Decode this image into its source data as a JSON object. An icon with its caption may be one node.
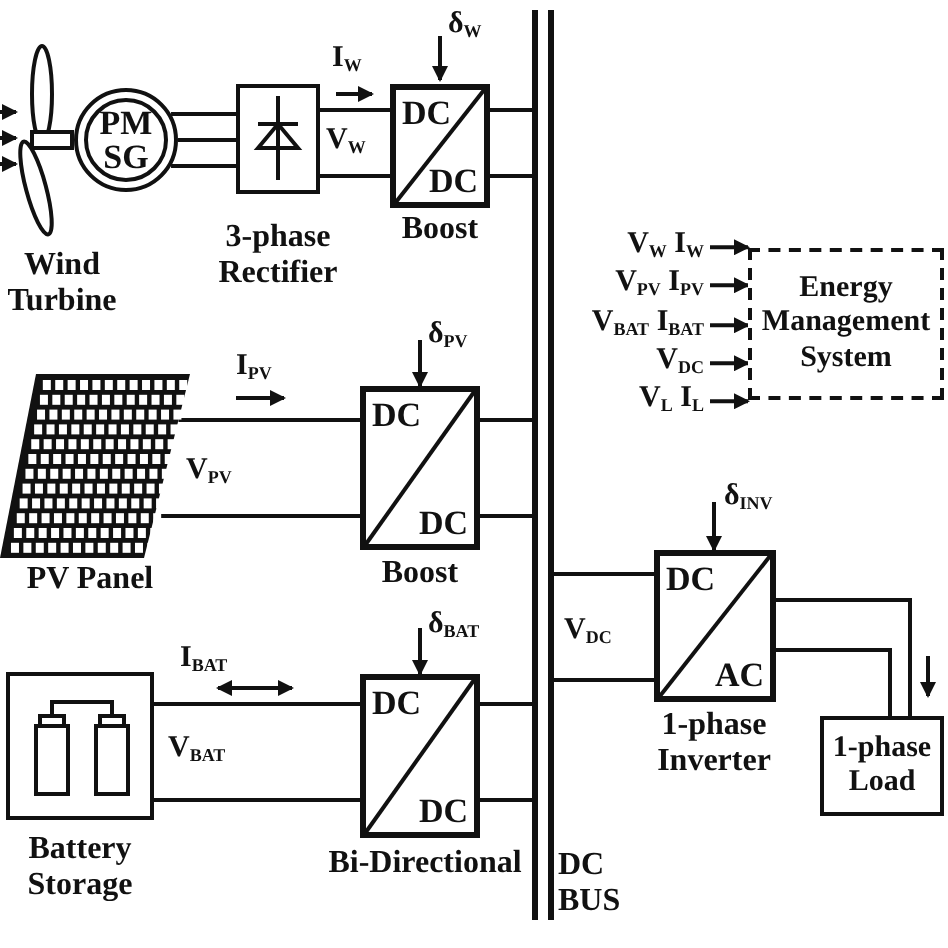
{
  "diagram": {
    "nodes": [
      {
        "text": [],
        "shape": "picture",
        "beside": [
          "Wind Turbine"
        ]
      },
      {
        "text": [
          "PM SG"
        ]
      },
      {
        "text": [],
        "shape": "box",
        "beside": [
          "3-phase Rectifier"
        ]
      },
      {
        "text": [
          "DC",
          "DC"
        ],
        "beside": [
          "Boost"
        ]
      },
      {
        "text": [],
        "shape": "bar",
        "beside": [
          "DC BUS"
        ]
      },
      {
        "text": [
          "Energy Management System"
        ]
      },
      {
        "text": [
          "V$_{W}$ I$_{W}$"
        ]
      },
      {
        "text": [
          "V$_{PV}$ I$_{PV}$"
        ]
      },
      {
        "text": [
          "V$_{BAT}$ I$_{BAT}$"
        ]
      },
      {
        "text": [
          "V$_{DC}$"
        ]
      },
      {
        "text": [
          "V$_{L}$ I$_{L}$"
        ]
      },
      {
        "text": [],
        "shape": "picture",
        "beside": [
          "PV Panel"
        ]
      },
      {
        "text": [
          "DC",
          "DC"
        ],
        "beside": [
          "Boost"
        ]
      },
      {
        "text": [],
        "shape": "box",
        "beside": [
          "Battery Storage"
        ]
      },
      {
        "text": [
          "DC",
          "DC"
        ],
        "beside": [
          "Bi-Directional"
        ]
      },
      {
        "text": [
          "DC",
          "AC"
        ],
        "beside": [
          "1-phase Inverter"
        ]
      },
      {
        "text": [
          "1-phase Load"
        ]
      }
    ],
    "edges": [
      {
        "from": 1,
        "to": 2,
        "arrow": "none"
      },
      {
        "from": 1,
        "to": 2,
        "arrow": "none"
      },
      {
        "from": 1,
        "to": 2,
        "arrow": "none"
      },
      {
        "from": 2,
        "to": 3,
        "arrow": "none"
      },
      {
        "from": 2,
        "to": 3,
        "arrow": "none"
      },
      {
        "from": 3,
        "to": 4,
        "arrow": "none"
      },
      {
        "from": 3,
        "to": 4,
        "arrow": "none"
      },
      {
        "from": 6,
        "to": 5,
        "arrow": "to"
      },
      {
        "from": 7,
        "to": 5,
        "arrow": "to"
      },
      {
        "from": 8,
        "to": 5,
        "arrow": "to"
      },
      {
        "from": 9,
        "to": 5,
        "arrow": "to"
      },
      {
        "from": 10,
        "to": 5,
        "arrow": "to"
      },
      {
        "from": 11,
        "to": 12,
        "arrow": "none"
      },
      {
        "from": 11,
        "to": 12,
        "arrow": "none"
      },
      {
        "from": 12,
        "to": 4,
        "arrow": "none"
      },
      {
        "from": 12,
        "to": 4,
        "arrow": "none"
      },
      {
        "from": 13,
        "to": 14,
        "arrow": "none"
      },
      {
        "from": 13,
        "to": 14,
        "arrow": "none"
      },
      {
        "from": 14,
        "to": 4,
        "arrow": "none"
      },
      {
        "from": 14,
        "to": 4,
        "arrow": "none"
      },
      {
        "from": 4,
        "to": 15,
        "arrow": "none"
      },
      {
        "from": 4,
        "to": 15,
        "arrow": "none"
      },
      {
        "from": 15,
        "to": 16,
        "arrow": "none"
      },
      {
        "from": 15,
        "to": 16,
        "arrow": "none"
      }
    ],
    "labels": [
      "δ$_{W}$",
      "I$_{W}$",
      "V$_{W}$",
      "δ$_{PV}$",
      "I$_{PV}$",
      "V$_{PV}$",
      "δ$_{BAT}$",
      "I$_{BAT}$",
      "V$_{BAT}$",
      "δ$_{INV}$",
      "V$_{DC}$"
    ]
  }
}
